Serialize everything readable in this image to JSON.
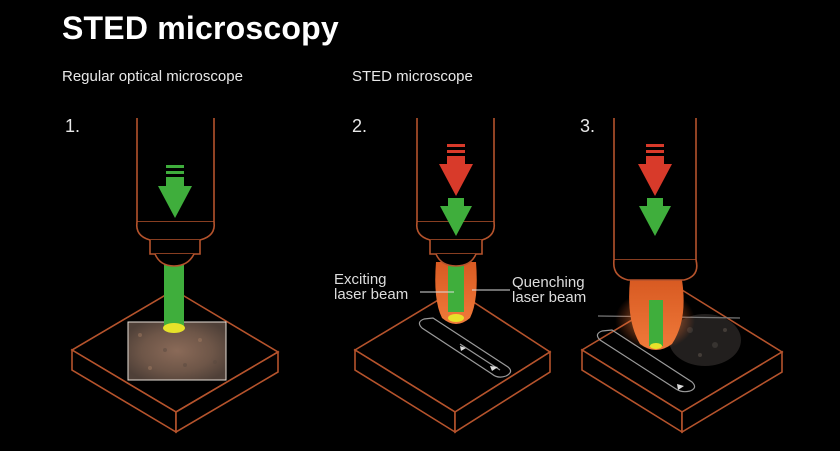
{
  "title": "STED microscopy",
  "panels": {
    "regular": {
      "heading": "Regular optical microscope",
      "number": "1."
    },
    "sted": {
      "heading": "STED microscope",
      "number_2": "2.",
      "number_3": "3."
    }
  },
  "labels": {
    "exciting_line1": "Exciting",
    "exciting_line2": "laser beam",
    "quenching_line1": "Quenching",
    "quenching_line2": "laser beam"
  },
  "colors": {
    "background": "#000000",
    "outline": "#b5532c",
    "excitation_green": "#3fae3c",
    "quench_red": "#d83a2a",
    "focus_yellow": "#e6e22a",
    "beam_orange": "#e8692e"
  }
}
